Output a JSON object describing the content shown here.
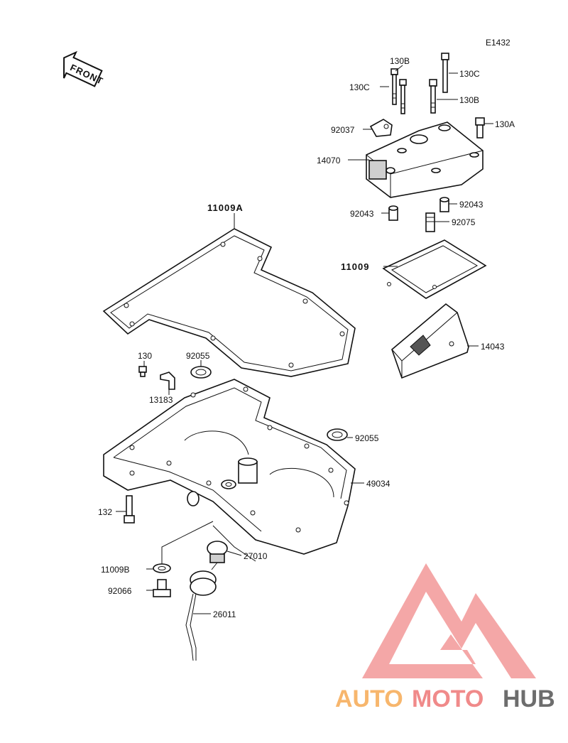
{
  "diagram_code": "E1432",
  "front_label": "FRONT",
  "callouts": [
    {
      "id": "130b_top",
      "text": "130B"
    },
    {
      "id": "130c_right",
      "text": "130C"
    },
    {
      "id": "130c_left",
      "text": "130C"
    },
    {
      "id": "130b_right",
      "text": "130B"
    },
    {
      "id": "92037",
      "text": "92037"
    },
    {
      "id": "130a",
      "text": "130A"
    },
    {
      "id": "14070",
      "text": "14070"
    },
    {
      "id": "92043_right",
      "text": "92043"
    },
    {
      "id": "92043_left",
      "text": "92043"
    },
    {
      "id": "92075",
      "text": "92075"
    },
    {
      "id": "11009a",
      "text": "11009A"
    },
    {
      "id": "11009",
      "text": "11009"
    },
    {
      "id": "14043",
      "text": "14043"
    },
    {
      "id": "130",
      "text": "130"
    },
    {
      "id": "92055_top",
      "text": "92055"
    },
    {
      "id": "13183",
      "text": "13183"
    },
    {
      "id": "92055_right",
      "text": "92055"
    },
    {
      "id": "49034",
      "text": "49034"
    },
    {
      "id": "132",
      "text": "132"
    },
    {
      "id": "27010",
      "text": "27010"
    },
    {
      "id": "11009b",
      "text": "11009B"
    },
    {
      "id": "92066",
      "text": "92066"
    },
    {
      "id": "26011",
      "text": "26011"
    }
  ],
  "watermark": {
    "part1": "AUTO",
    "part2": "MOTO",
    "part3": "HUB",
    "color1": "#f7b66d",
    "color2": "#f08a8a",
    "color3": "#6d6d6d",
    "logo_color": "#f08a8a"
  }
}
